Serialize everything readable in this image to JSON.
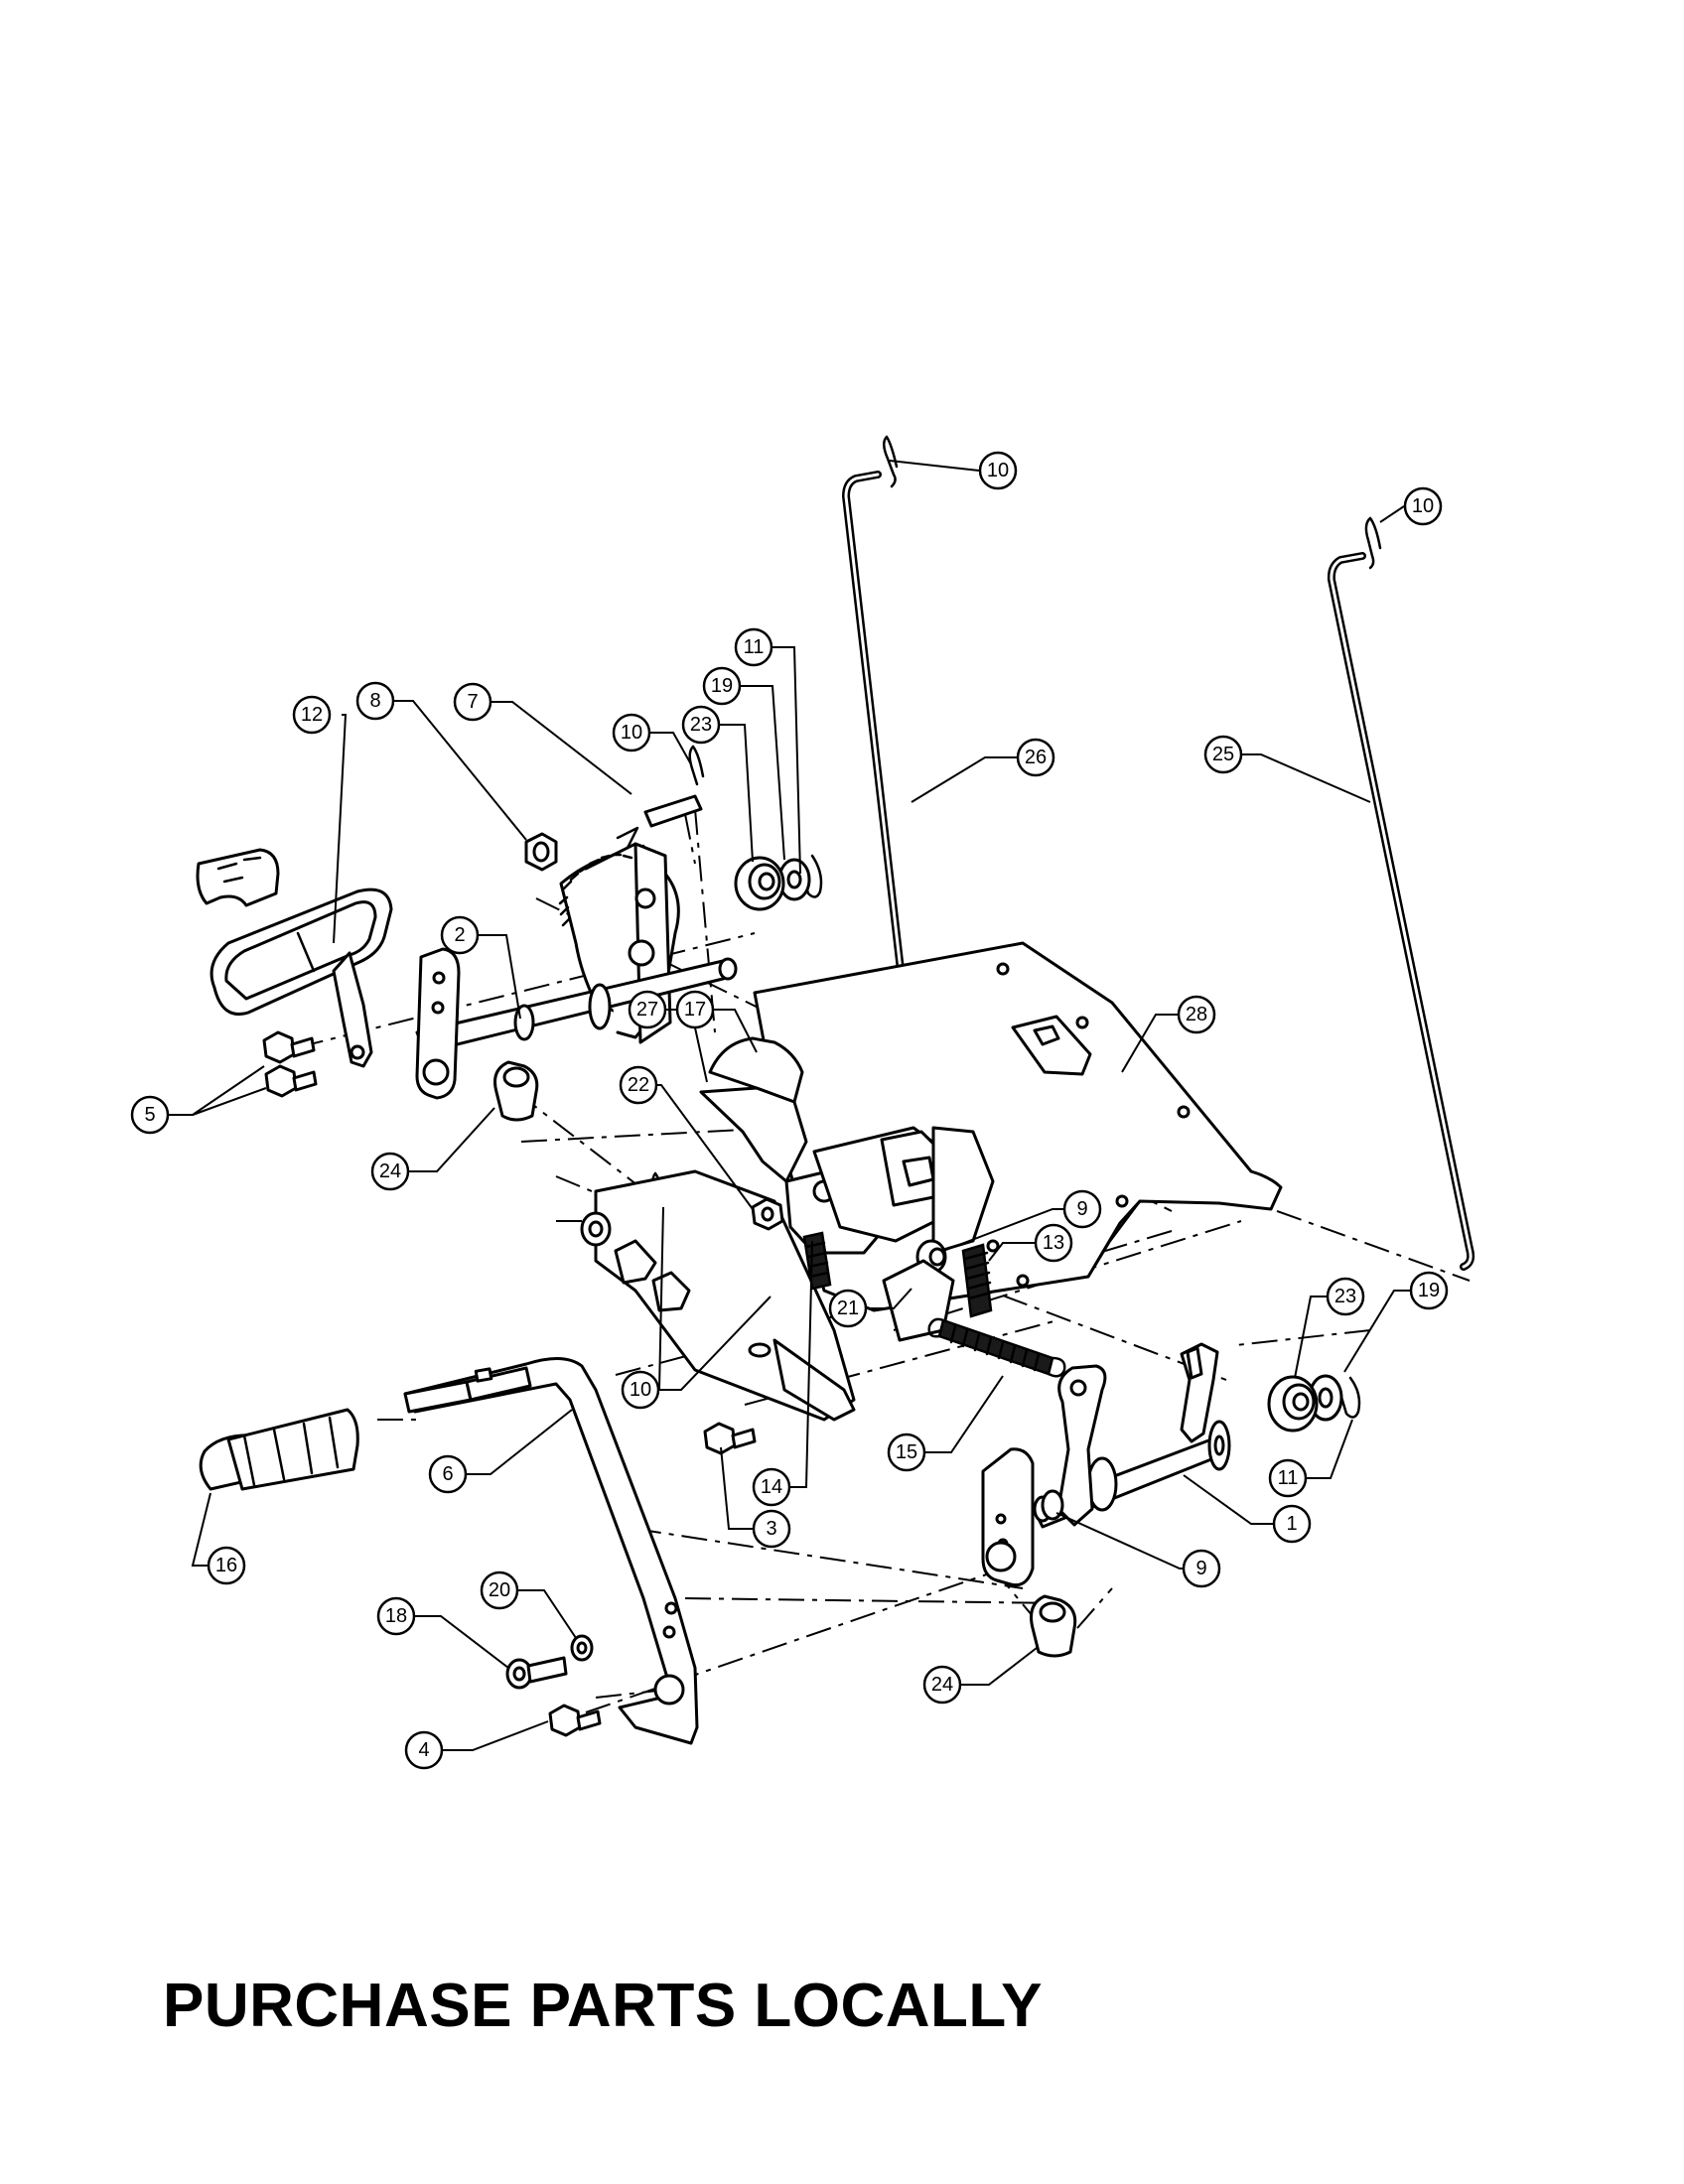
{
  "footer": {
    "text": "PURCHASE PARTS LOCALLY"
  },
  "callouts": [
    {
      "id": "c10a",
      "label": "10"
    },
    {
      "id": "c10b",
      "label": "10"
    },
    {
      "id": "c11a",
      "label": "11"
    },
    {
      "id": "c19a",
      "label": "19"
    },
    {
      "id": "c23a",
      "label": "23"
    },
    {
      "id": "c10c",
      "label": "10"
    },
    {
      "id": "c7",
      "label": "7"
    },
    {
      "id": "c8",
      "label": "8"
    },
    {
      "id": "c12",
      "label": "12"
    },
    {
      "id": "c26",
      "label": "26"
    },
    {
      "id": "c25",
      "label": "25"
    },
    {
      "id": "c2",
      "label": "2"
    },
    {
      "id": "c27",
      "label": "27"
    },
    {
      "id": "c17",
      "label": "17"
    },
    {
      "id": "c28",
      "label": "28"
    },
    {
      "id": "c5",
      "label": "5"
    },
    {
      "id": "c24a",
      "label": "24"
    },
    {
      "id": "c22",
      "label": "22"
    },
    {
      "id": "c9a",
      "label": "9"
    },
    {
      "id": "c13",
      "label": "13"
    },
    {
      "id": "c21",
      "label": "21"
    },
    {
      "id": "c23b",
      "label": "23"
    },
    {
      "id": "c19b",
      "label": "19"
    },
    {
      "id": "c10d",
      "label": "10"
    },
    {
      "id": "c15",
      "label": "15"
    },
    {
      "id": "c6",
      "label": "6"
    },
    {
      "id": "c11b",
      "label": "11"
    },
    {
      "id": "c14",
      "label": "14"
    },
    {
      "id": "c1",
      "label": "1"
    },
    {
      "id": "c3",
      "label": "3"
    },
    {
      "id": "c16",
      "label": "16"
    },
    {
      "id": "c9b",
      "label": "9"
    },
    {
      "id": "c20",
      "label": "20"
    },
    {
      "id": "c18",
      "label": "18"
    },
    {
      "id": "c24b",
      "label": "24"
    },
    {
      "id": "c4",
      "label": "4"
    }
  ]
}
